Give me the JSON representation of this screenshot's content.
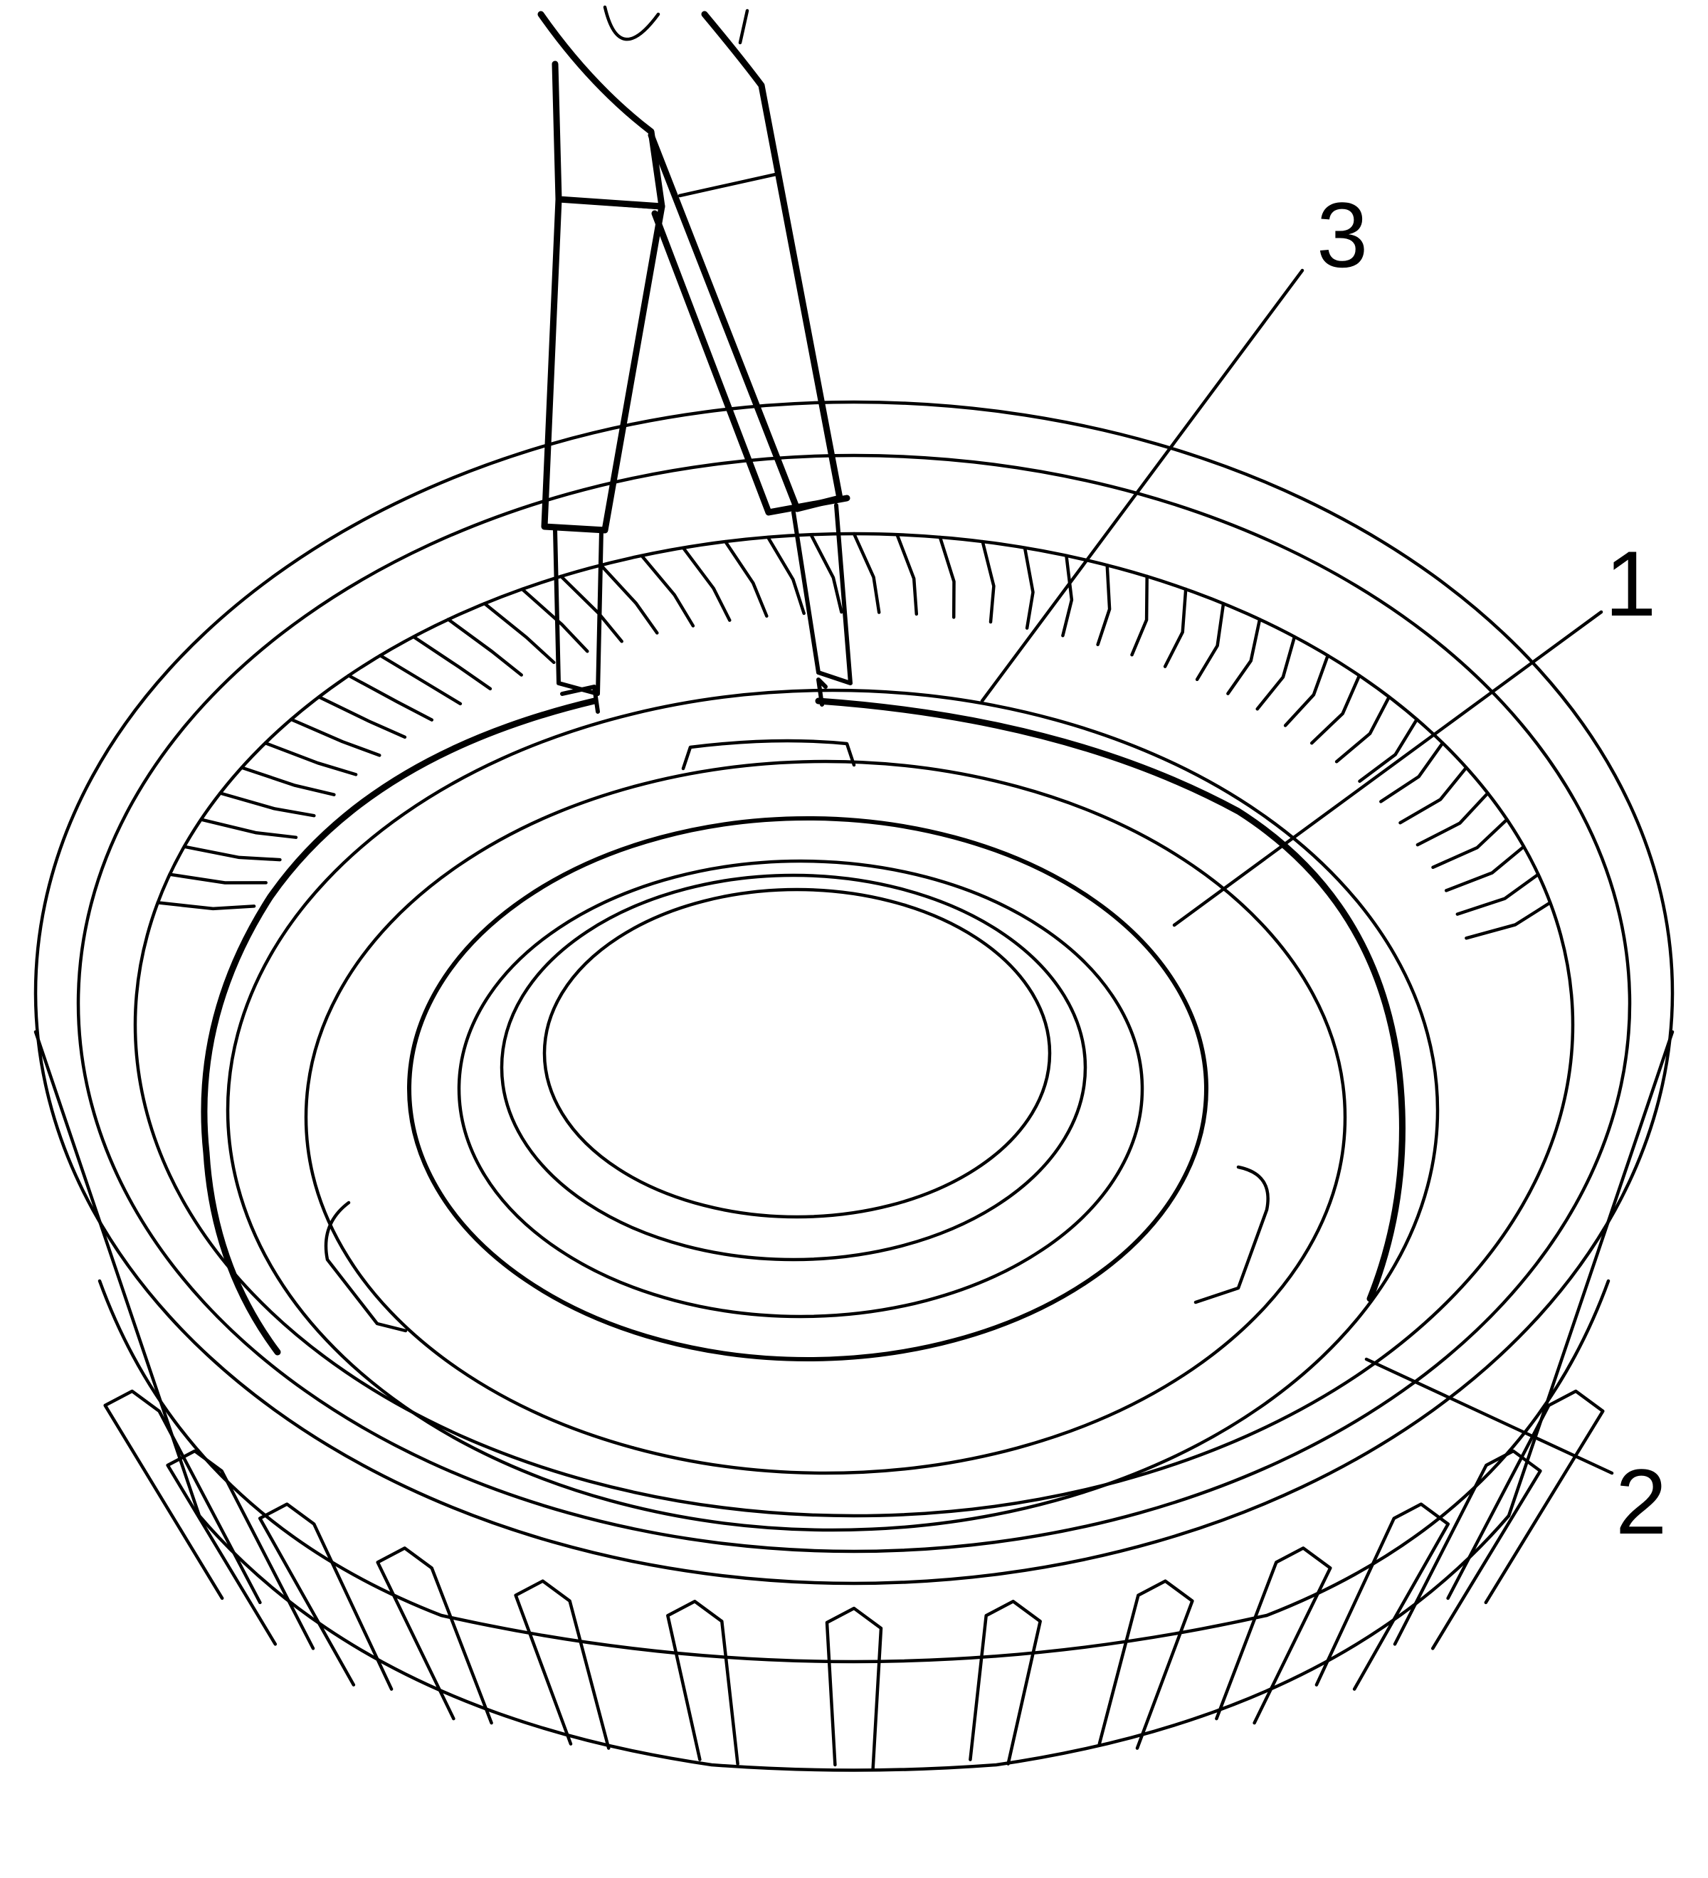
{
  "figure": {
    "callouts": [
      {
        "id": "1",
        "text": "1"
      },
      {
        "id": "2",
        "text": "2"
      },
      {
        "id": "3",
        "text": "3"
      }
    ]
  }
}
